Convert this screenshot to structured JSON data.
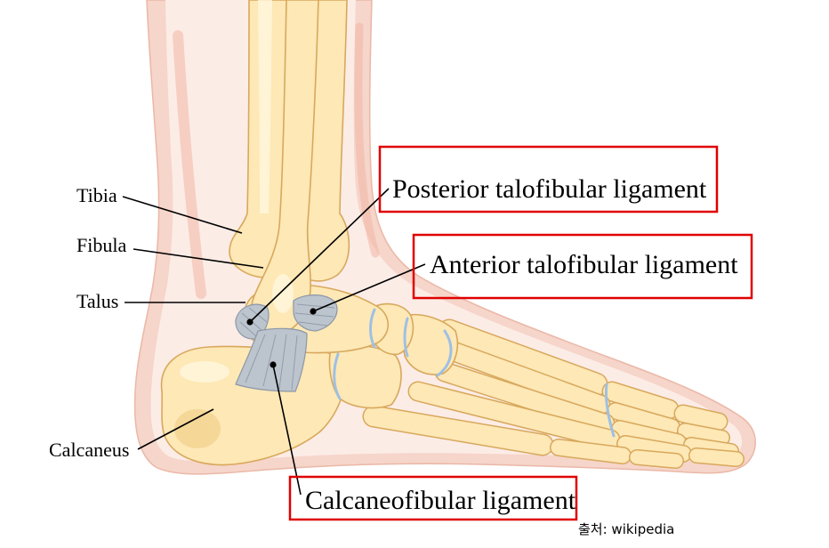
{
  "bone_labels": {
    "tibia": "Tibia",
    "fibula": "Fibula",
    "talus": "Talus",
    "calcaneus": "Calcaneus"
  },
  "ligament_labels": {
    "posterior_talofibular": "Posterior talofibular ligament",
    "anterior_talofibular": "Anterior talofibular ligament",
    "calcaneofibular": "Calcaneofibular ligament"
  },
  "source": "출처: wikipedia",
  "colors": {
    "bone": "#fde8b6",
    "bone_edge": "#d8a85c",
    "ligament": "#bcc4ce",
    "skin": "#f6d5ca",
    "skin_inner": "#fcece6",
    "highlight_box": "#e00000"
  }
}
